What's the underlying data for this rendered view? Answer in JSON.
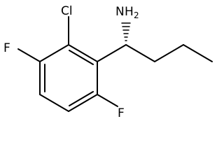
{
  "molecule": {
    "atoms": {
      "chlorine": "Cl",
      "fluorine_left": "F",
      "fluorine_bottom": "F",
      "amine_N": "N",
      "amine_H": "H",
      "amine_subscript": "2"
    }
  }
}
